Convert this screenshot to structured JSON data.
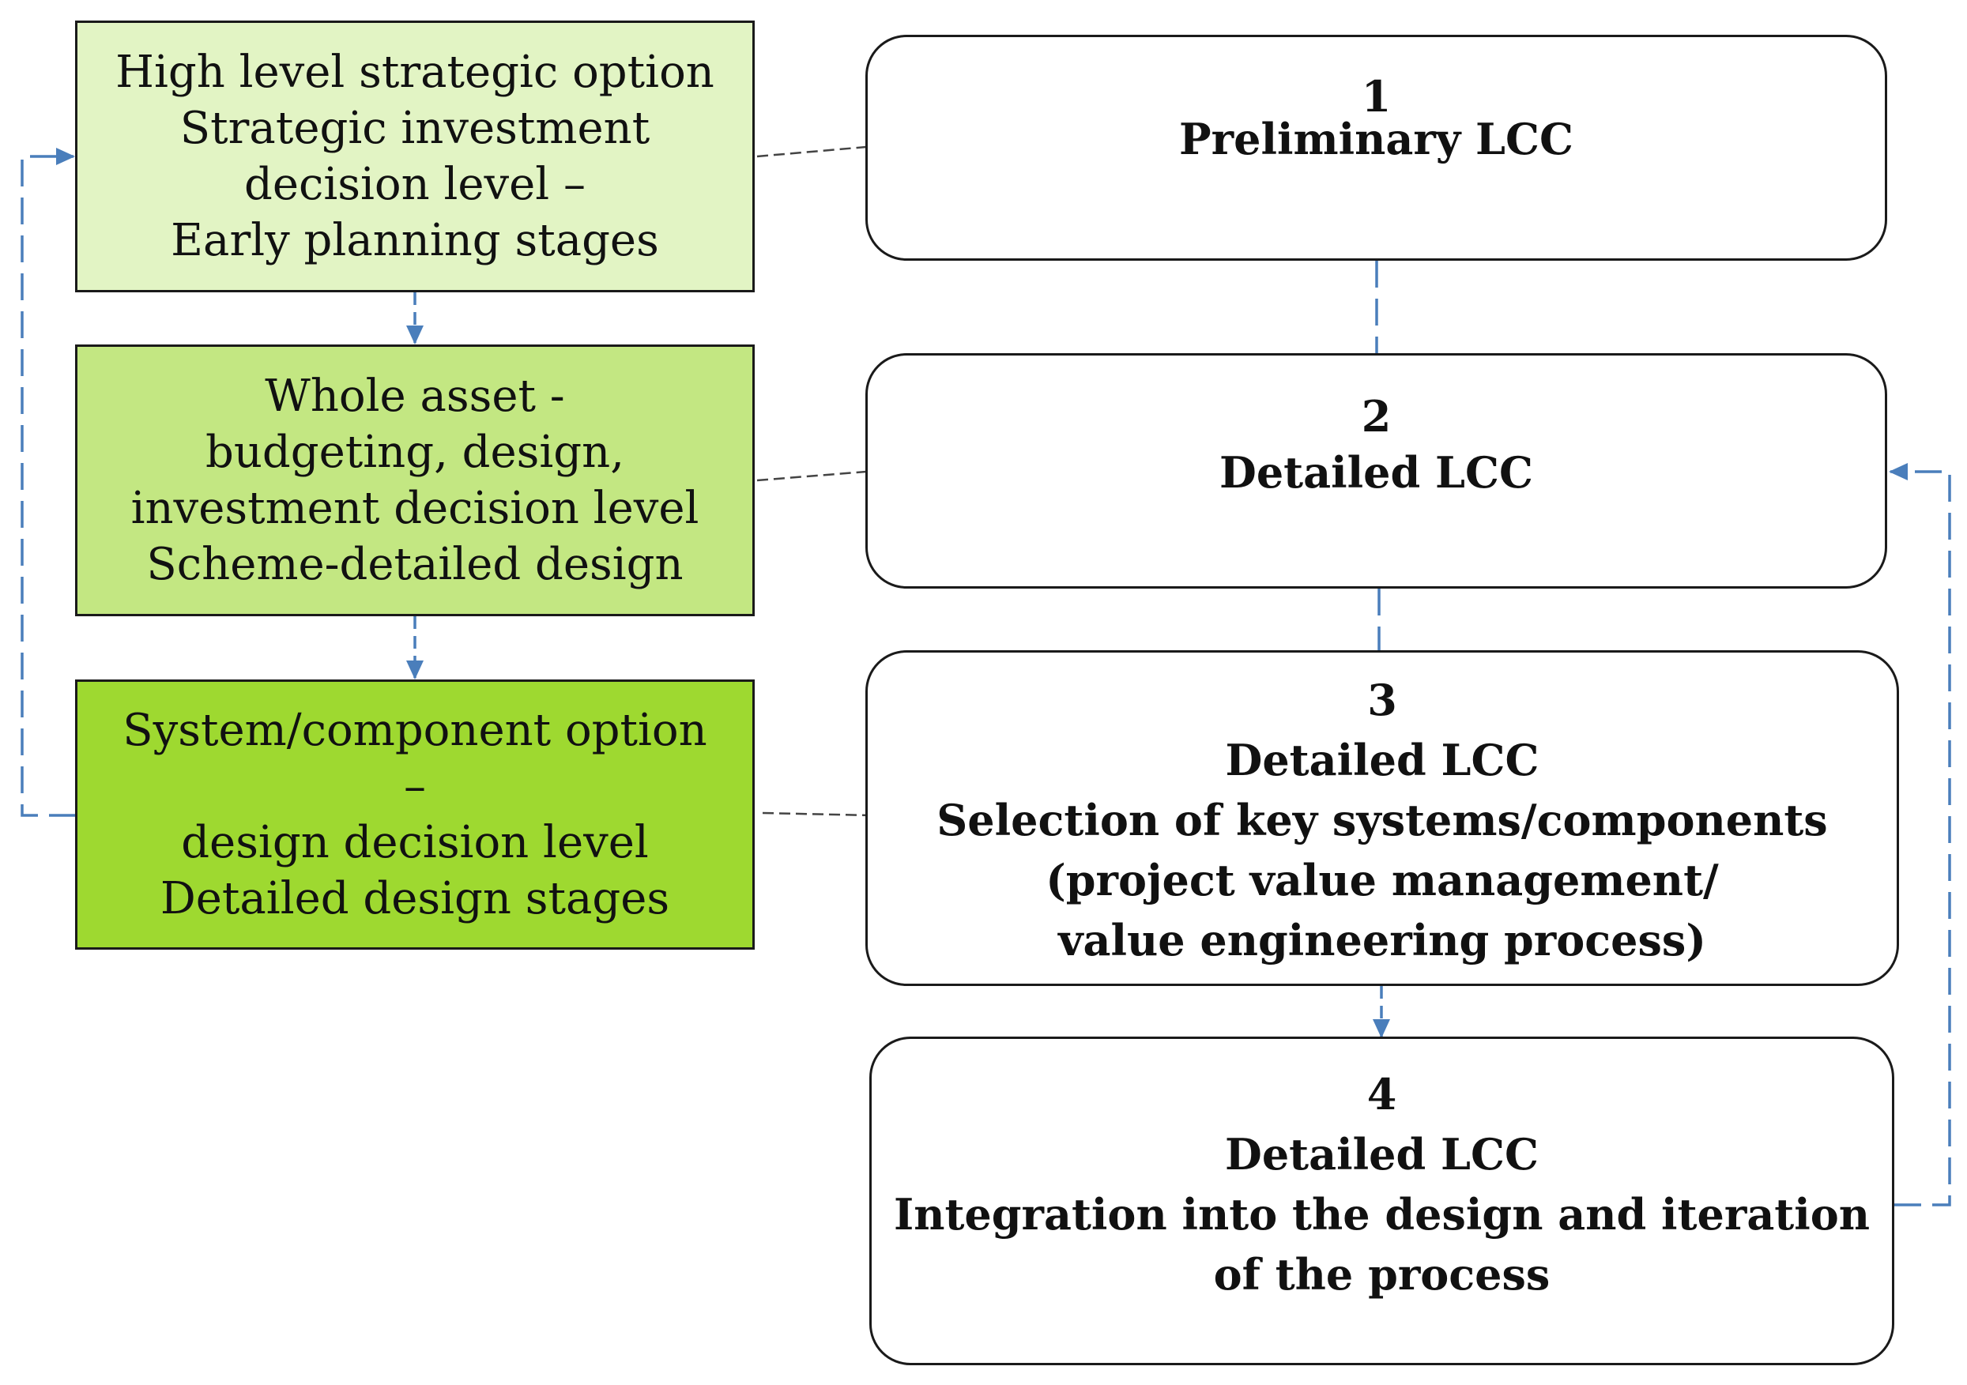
{
  "colors": {
    "stage_light": "#e2f4c4",
    "stage_mid": "#c3e782",
    "stage_dark": "#9ed930",
    "arrow": "#4a7ebb",
    "connector": "#444444",
    "border": "#1a1a1a"
  },
  "stages": [
    {
      "lines": [
        "High level strategic option",
        "Strategic investment",
        "decision level –",
        "Early planning stages"
      ]
    },
    {
      "lines": [
        "Whole asset -",
        "budgeting, design,",
        "investment decision level",
        "Scheme-detailed design"
      ]
    },
    {
      "lines": [
        "System/component option",
        "–",
        "design decision level",
        "Detailed design stages"
      ]
    }
  ],
  "lcc_steps": [
    {
      "number": "1",
      "lines": [
        "Preliminary LCC"
      ]
    },
    {
      "number": "2",
      "lines": [
        "Detailed LCC"
      ]
    },
    {
      "number": "3",
      "lines": [
        "Detailed LCC",
        "Selection of key systems/components",
        "(project value management/",
        "value engineering process)"
      ]
    },
    {
      "number": "4",
      "lines": [
        "Detailed LCC",
        "Integration into the design and iteration",
        "of the process"
      ]
    }
  ]
}
